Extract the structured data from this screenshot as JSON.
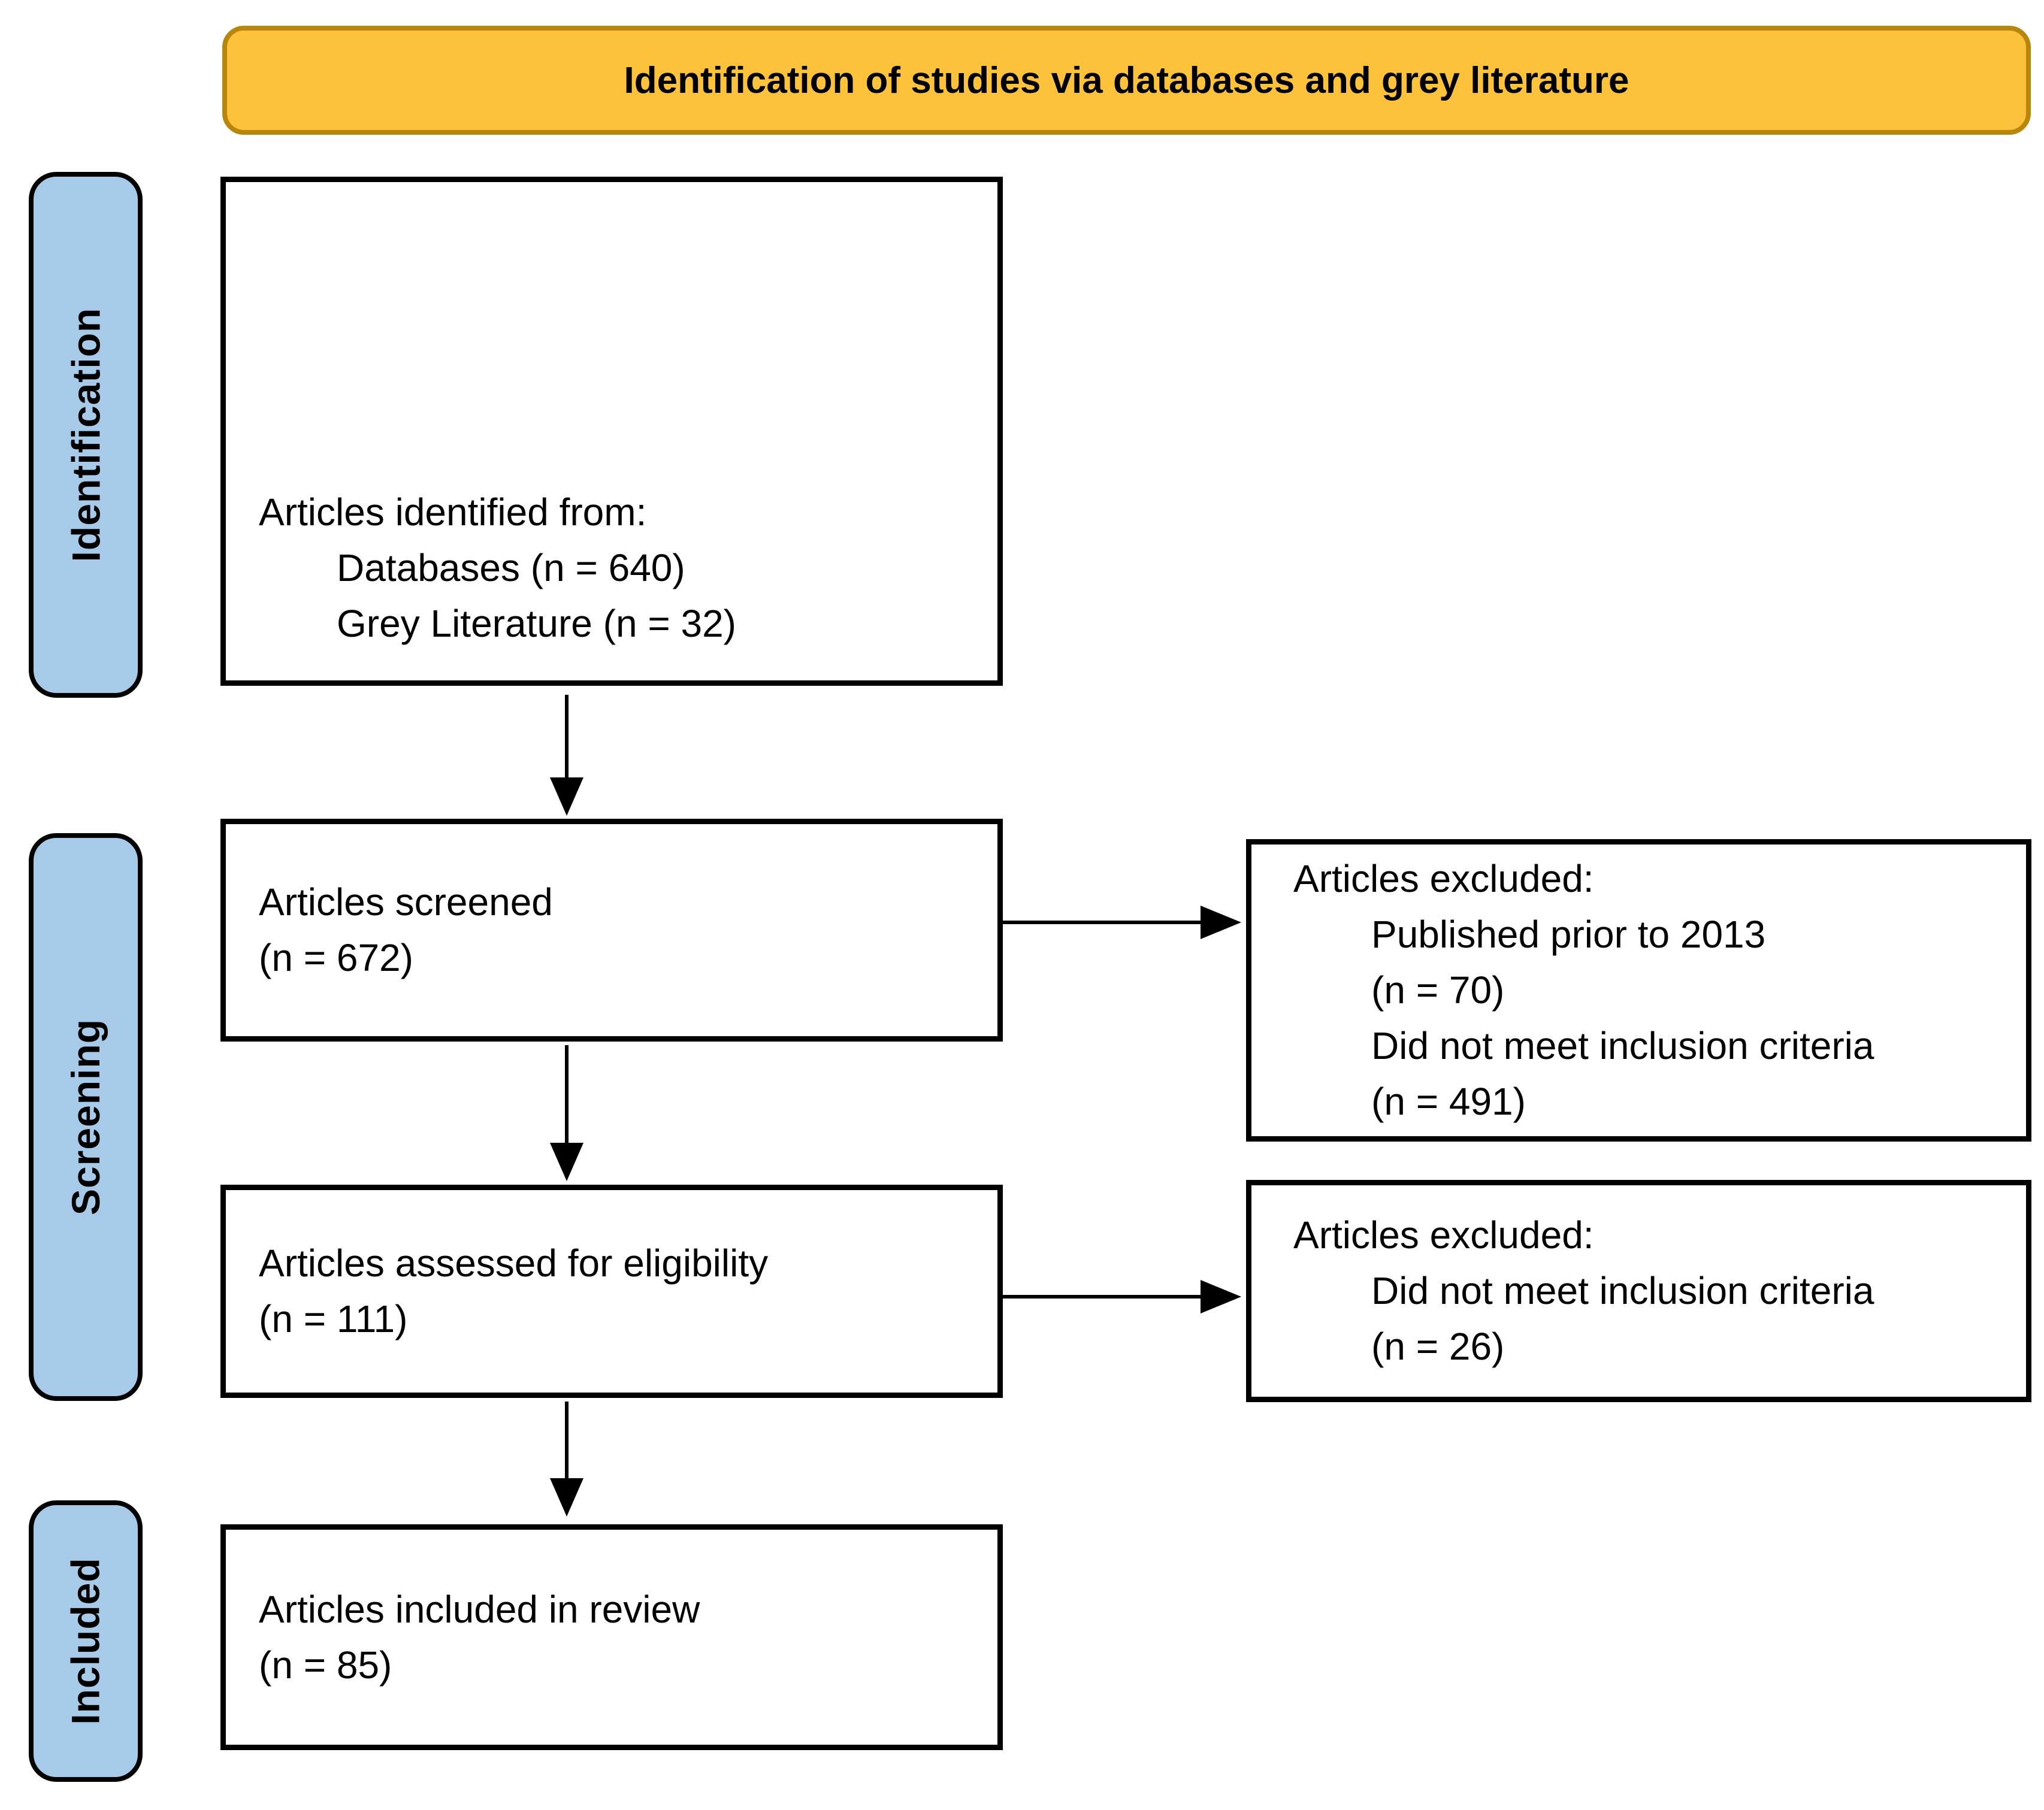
{
  "banner": {
    "title": "Identification of studies via databases and grey literature"
  },
  "stages": [
    {
      "label": "Identification"
    },
    {
      "label": "Screening"
    },
    {
      "label": "Included"
    }
  ],
  "boxes": {
    "identified": {
      "title": "Articles identified from:",
      "items": [
        "Databases (n = 640)",
        "Grey Literature (n = 32)"
      ]
    },
    "screened": {
      "lines": [
        "Articles screened",
        "(n = 672)"
      ]
    },
    "excluded_screening": {
      "title": "Articles excluded:",
      "items": [
        "Published prior to 2013",
        "(n = 70)",
        "Did not meet inclusion criteria",
        "(n = 491)"
      ]
    },
    "eligibility": {
      "lines": [
        "Articles assessed for eligibility",
        "(n = 111)"
      ]
    },
    "excluded_eligibility": {
      "title": "Articles excluded:",
      "items": [
        "Did not meet inclusion criteria",
        "(n = 26)"
      ]
    },
    "included": {
      "lines": [
        "Articles included in review",
        "(n = 85)"
      ]
    }
  },
  "colors": {
    "banner_fill": "#FCC23C",
    "banner_border": "#B8860B",
    "stage_fill": "#A6CAE7",
    "box_border": "#000000"
  }
}
